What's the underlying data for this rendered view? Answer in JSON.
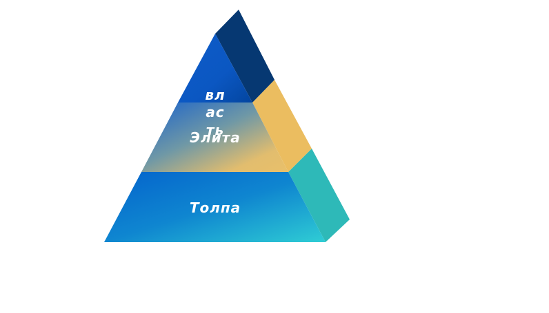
{
  "diagram": {
    "tiers": [
      {
        "id": "top",
        "label_lines": [
          "вл",
          "ас",
          "ть"
        ]
      },
      {
        "id": "middle",
        "label_lines": [
          "Элита"
        ]
      },
      {
        "id": "bottom",
        "label_lines": [
          "Толпа"
        ]
      }
    ],
    "colors": {
      "top_front_light": "#1a6fd6",
      "top_front_dark": "#0148a8",
      "top_side": "#063872",
      "middle_front_blue": "#1c62cc",
      "middle_front_gold": "#e9c06a",
      "middle_side": "#ebbd60",
      "bottom_front_blue": "#0466cc",
      "bottom_front_cyan": "#2ccbd3",
      "bottom_side": "#2fb8b6",
      "label": "#ffffff",
      "background": "#ffffff"
    }
  }
}
